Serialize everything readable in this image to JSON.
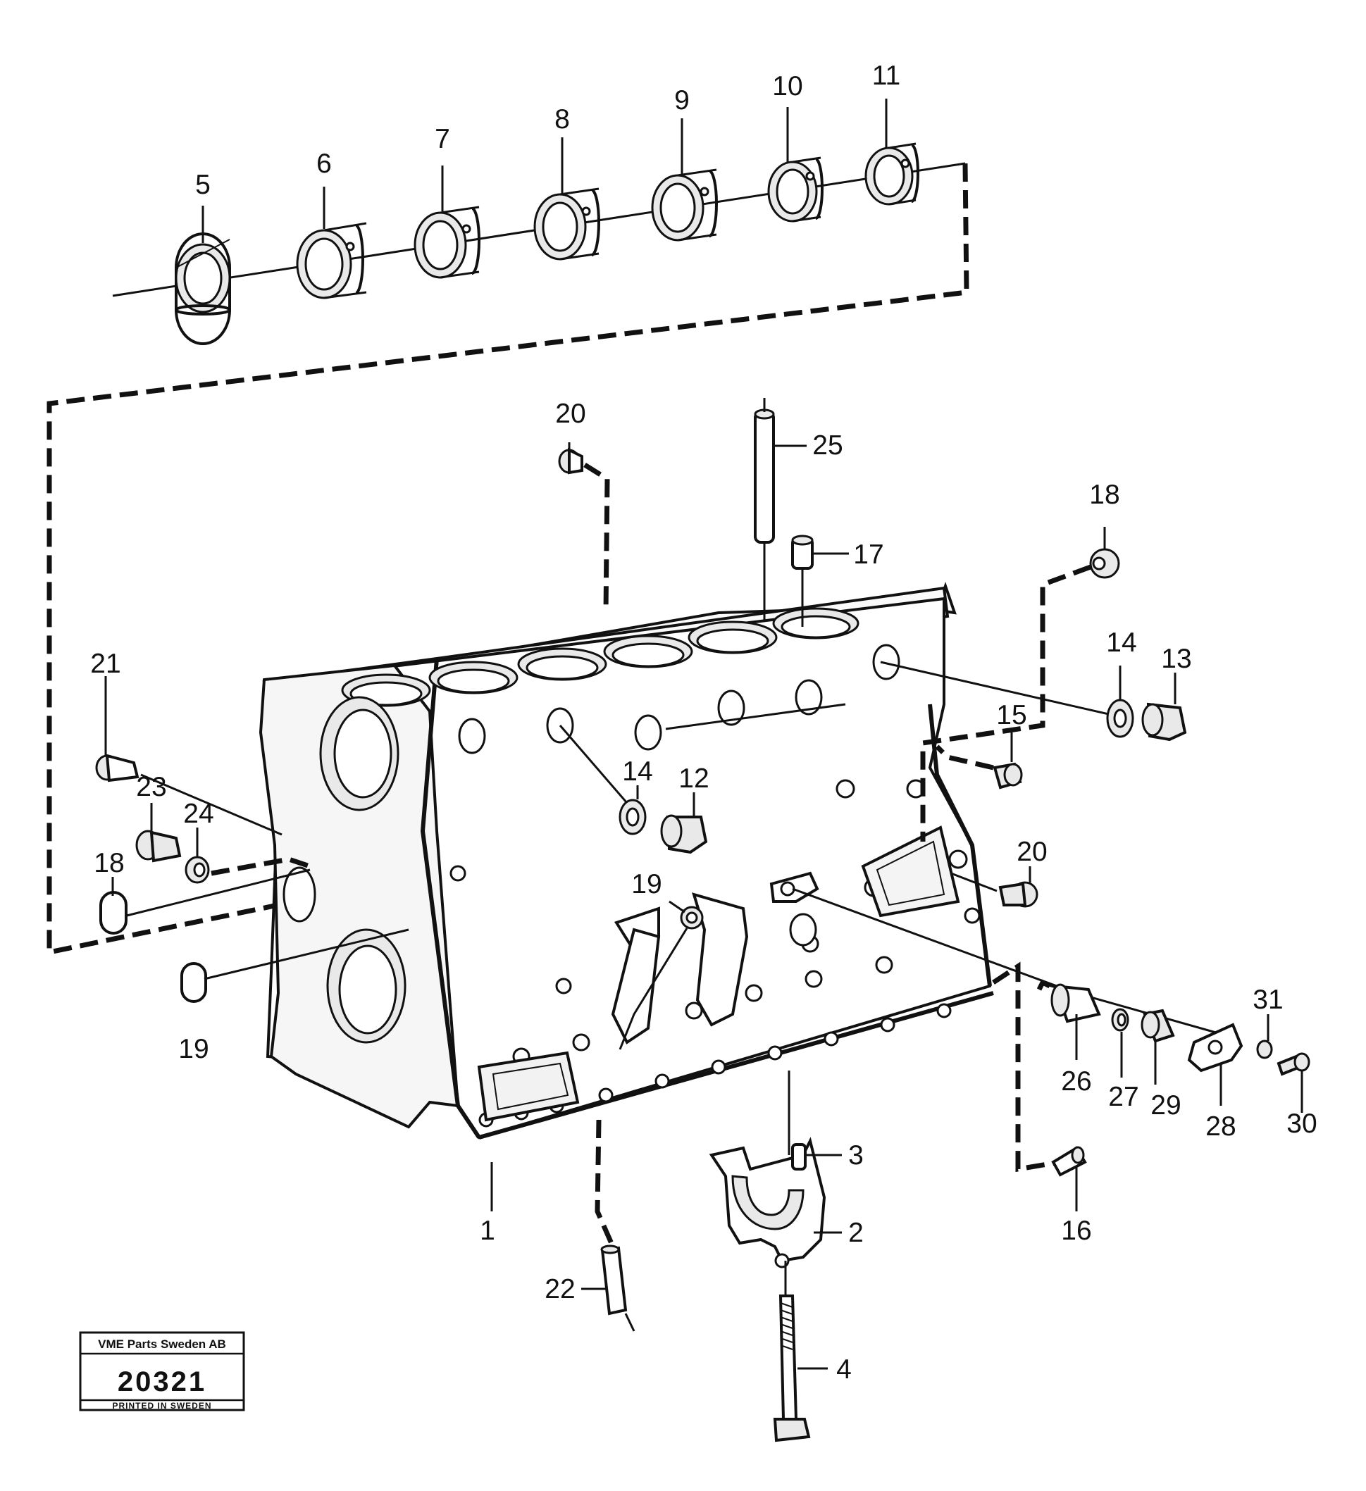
{
  "callouts": [
    {
      "id": "c5",
      "text": "5"
    },
    {
      "id": "c6",
      "text": "6"
    },
    {
      "id": "c7",
      "text": "7"
    },
    {
      "id": "c8",
      "text": "8"
    },
    {
      "id": "c9",
      "text": "9"
    },
    {
      "id": "c10",
      "text": "10"
    },
    {
      "id": "c11",
      "text": "11"
    },
    {
      "id": "c20a",
      "text": "20"
    },
    {
      "id": "c25",
      "text": "25"
    },
    {
      "id": "c17",
      "text": "17"
    },
    {
      "id": "c18a",
      "text": "18"
    },
    {
      "id": "c21",
      "text": "21"
    },
    {
      "id": "c14a",
      "text": "14"
    },
    {
      "id": "c13",
      "text": "13"
    },
    {
      "id": "c15",
      "text": "15"
    },
    {
      "id": "c14b",
      "text": "14"
    },
    {
      "id": "c12",
      "text": "12"
    },
    {
      "id": "c23",
      "text": "23"
    },
    {
      "id": "c24",
      "text": "24"
    },
    {
      "id": "c18b",
      "text": "18"
    },
    {
      "id": "c20b",
      "text": "20"
    },
    {
      "id": "c19a",
      "text": "19"
    },
    {
      "id": "c19b",
      "text": "19"
    },
    {
      "id": "c31",
      "text": "31"
    },
    {
      "id": "c26",
      "text": "26"
    },
    {
      "id": "c27",
      "text": "27"
    },
    {
      "id": "c29",
      "text": "29"
    },
    {
      "id": "c28",
      "text": "28"
    },
    {
      "id": "c30",
      "text": "30"
    },
    {
      "id": "c3",
      "text": "3"
    },
    {
      "id": "c2",
      "text": "2"
    },
    {
      "id": "c1",
      "text": "1"
    },
    {
      "id": "c16",
      "text": "16"
    },
    {
      "id": "c22",
      "text": "22"
    },
    {
      "id": "c4",
      "text": "4"
    }
  ],
  "stamp": {
    "company": "VME Parts Sweden AB",
    "number": "20321",
    "printed": "PRINTED IN SWEDEN"
  }
}
